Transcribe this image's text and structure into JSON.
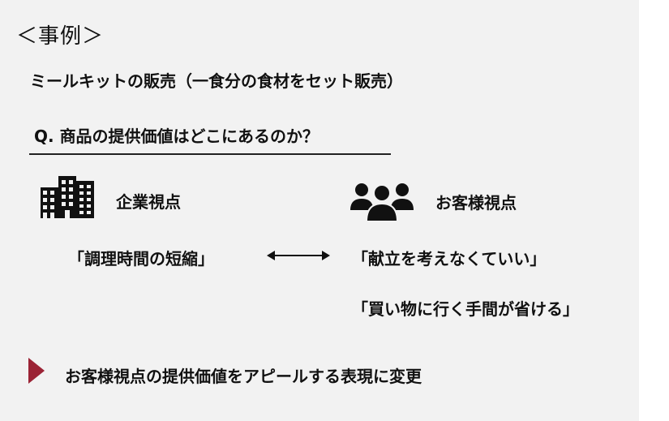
{
  "header": {
    "title": "＜事例＞",
    "subtitle": "ミールキットの販売（一食分の食材をセット販売）"
  },
  "question": "Q. 商品の提供価値はどこにあるのか？",
  "company": {
    "icon": "buildings-icon",
    "label": "企業視点",
    "quote": "「調理時間の短縮」"
  },
  "customer": {
    "icon": "people-group-icon",
    "label": "お客様視点",
    "quotes": [
      "「献立を考えなくていい」",
      "「買い物に行く手間が省ける」"
    ]
  },
  "relation_icon": "double-arrow-icon",
  "conclusion": {
    "marker_icon": "triangle-right-icon",
    "marker_color": "#9b2335",
    "text": "お客様視点の提供価値をアピールする表現に変更"
  }
}
